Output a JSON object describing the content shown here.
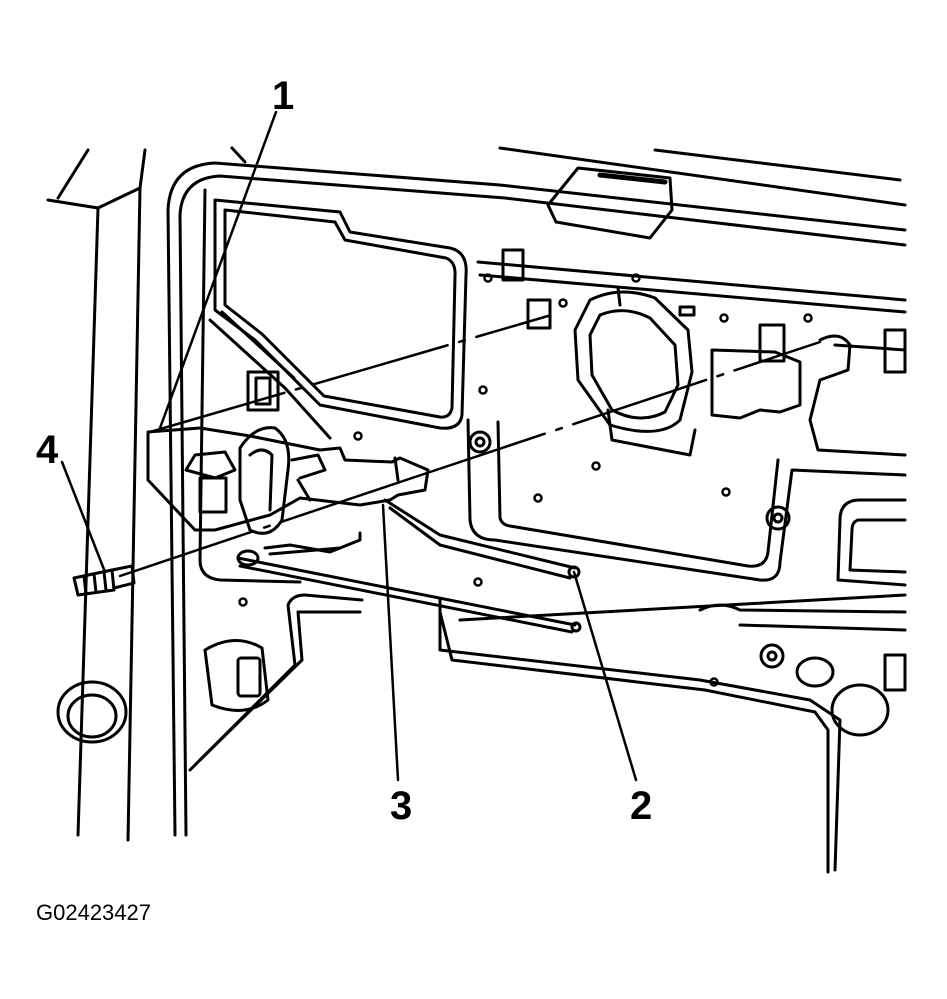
{
  "diagram": {
    "callouts": {
      "c1": "1",
      "c2": "2",
      "c3": "3",
      "c4": "4"
    },
    "figure_id": "G02423427"
  },
  "colors": {
    "ink": "#000000",
    "paper": "#ffffff"
  }
}
